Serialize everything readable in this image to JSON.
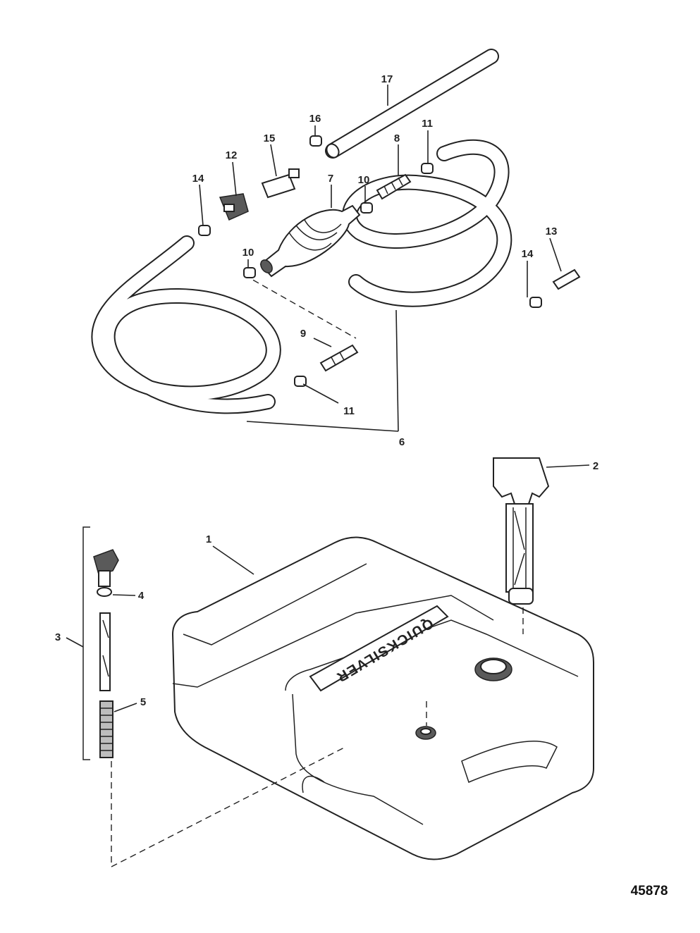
{
  "diagram": {
    "document_number": "45878",
    "tank_logo_text": "QUICKSILVER",
    "callouts": [
      {
        "id": "c1",
        "text": "1"
      },
      {
        "id": "c2",
        "text": "2"
      },
      {
        "id": "c3",
        "text": "3"
      },
      {
        "id": "c4",
        "text": "4"
      },
      {
        "id": "c5",
        "text": "5"
      },
      {
        "id": "c6",
        "text": "6"
      },
      {
        "id": "c7",
        "text": "7"
      },
      {
        "id": "c8",
        "text": "8"
      },
      {
        "id": "c9",
        "text": "9"
      },
      {
        "id": "c10a",
        "text": "10"
      },
      {
        "id": "c10b",
        "text": "10"
      },
      {
        "id": "c11a",
        "text": "11"
      },
      {
        "id": "c11b",
        "text": "11"
      },
      {
        "id": "c12",
        "text": "12"
      },
      {
        "id": "c13",
        "text": "13"
      },
      {
        "id": "c14a",
        "text": "14"
      },
      {
        "id": "c14b",
        "text": "14"
      },
      {
        "id": "c15",
        "text": "15"
      },
      {
        "id": "c16",
        "text": "16"
      },
      {
        "id": "c17",
        "text": "17"
      }
    ]
  }
}
